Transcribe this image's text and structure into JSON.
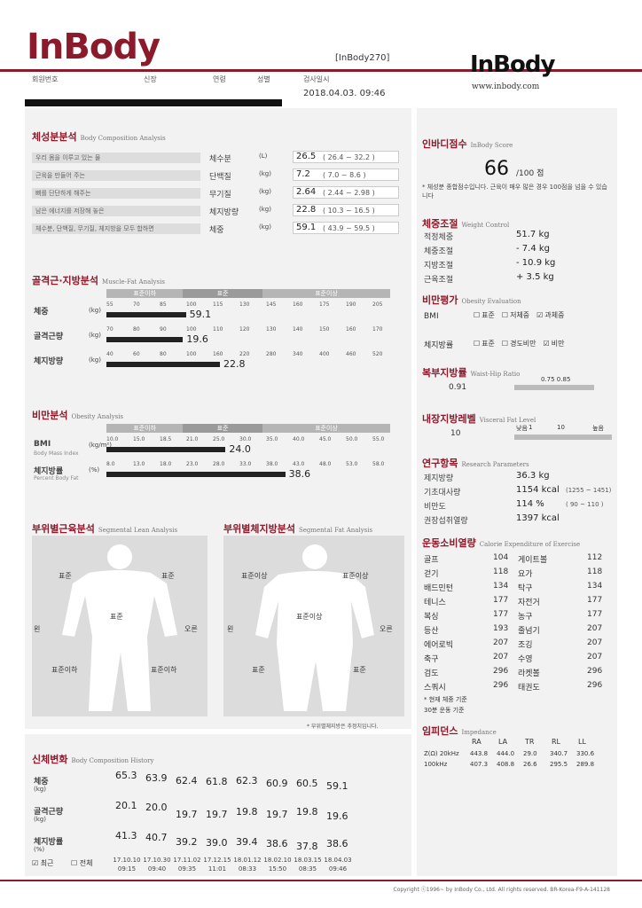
{
  "header": {
    "logo_left": "InBody",
    "model": "[InBody270]",
    "logo_right": "InBody",
    "website": "www.inbody.com",
    "fields": {
      "id_label": "회원번호",
      "height_label": "신장",
      "age_label": "연령",
      "gender_label": "성별",
      "test_label": "검사일시",
      "test_datetime": "2018.04.03. 09:46"
    }
  },
  "body_comp": {
    "title": "체성분분석",
    "subtitle": "Body Composition Analysis",
    "rows": [
      {
        "desc": "우리 몸을 이루고 있는 물",
        "label": "체수분",
        "unit": "(L)",
        "value": "26.5",
        "range": "( 26.4 ~ 32.2 )"
      },
      {
        "desc": "근육을 만들어 주는",
        "label": "단백질",
        "unit": "(kg)",
        "value": "7.2",
        "range": "( 7.0 ~ 8.6 )"
      },
      {
        "desc": "뼈를 단단하게 해주는",
        "label": "무기질",
        "unit": "(kg)",
        "value": "2.64",
        "range": "( 2.44 ~ 2.98 )"
      },
      {
        "desc": "남은 에너지를 저장해 놓은",
        "label": "체지방량",
        "unit": "(kg)",
        "value": "22.8",
        "range": "( 10.3 ~ 16.5 )"
      },
      {
        "desc": "체수분, 단백질, 무기질, 체지방을 모두 합하면",
        "label": "체중",
        "unit": "(kg)",
        "value": "59.1",
        "range": "( 43.9 ~ 59.5 )"
      }
    ]
  },
  "muscle_fat": {
    "title": "골격근·지방분석",
    "subtitle": "Muscle-Fat Analysis",
    "heads": [
      "표준이하",
      "표준",
      "표준이상"
    ],
    "rows": [
      {
        "label": "체중",
        "unit": "(kg)",
        "ticks": [
          "55",
          "70",
          "85",
          "100",
          "115",
          "130",
          "145",
          "160",
          "175",
          "190",
          "205"
        ],
        "value": "59.1",
        "pct": 0.28
      },
      {
        "label": "골격근량",
        "unit": "(kg)",
        "ticks": [
          "70",
          "80",
          "90",
          "100",
          "110",
          "120",
          "130",
          "140",
          "150",
          "160",
          "170"
        ],
        "value": "19.6",
        "pct": 0.27
      },
      {
        "label": "체지방량",
        "unit": "(kg)",
        "ticks": [
          "40",
          "60",
          "80",
          "100",
          "160",
          "220",
          "280",
          "340",
          "400",
          "460",
          "520"
        ],
        "value": "22.8",
        "pct": 0.4
      }
    ]
  },
  "obesity": {
    "title": "비만분석",
    "subtitle": "Obesity Analysis",
    "heads": [
      "표준이하",
      "표준",
      "표준이상"
    ],
    "rows": [
      {
        "label": "BMI",
        "sub": "Body Mass Index",
        "unit": "(kg/m²)",
        "ticks": [
          "10.0",
          "15.0",
          "18.5",
          "21.0",
          "25.0",
          "30.0",
          "35.0",
          "40.0",
          "45.0",
          "50.0",
          "55.0"
        ],
        "value": "24.0",
        "pct": 0.42
      },
      {
        "label": "체지방률",
        "sub": "Percent Body Fat",
        "unit": "(%)",
        "ticks": [
          "8.0",
          "13.0",
          "18.0",
          "23.0",
          "28.0",
          "33.0",
          "38.0",
          "43.0",
          "48.0",
          "53.0",
          "58.0"
        ],
        "value": "38.6",
        "pct": 0.63
      }
    ]
  },
  "segmental": {
    "lean_title": "부위별근육분석",
    "lean_subtitle": "Segmental Lean Analysis",
    "fat_title": "부위별체지방분석",
    "fat_subtitle": "Segmental Fat Analysis",
    "left_word": "왼",
    "right_word": "오른",
    "lean": {
      "left_arm": "표준",
      "right_arm": "표준",
      "trunk": "표준",
      "left_leg": "표준이하",
      "right_leg": "표준이하"
    },
    "fat": {
      "left_arm": "표준이상",
      "right_arm": "표준이상",
      "trunk": "표준이상",
      "left_leg": "표준",
      "right_leg": "표준"
    },
    "note": "* 부위별체지방은 추정치입니다."
  },
  "history": {
    "title": "신체변화",
    "subtitle": "Body Composition History",
    "rows": [
      {
        "label": "체중",
        "unit": "(kg)",
        "values": [
          "65.3",
          "63.9",
          "62.4",
          "61.8",
          "62.3",
          "60.9",
          "60.5",
          "59.1"
        ]
      },
      {
        "label": "골격근량",
        "unit": "(kg)",
        "values": [
          "20.1",
          "20.0",
          "19.7",
          "19.7",
          "19.8",
          "19.7",
          "19.8",
          "19.6"
        ]
      },
      {
        "label": "체지방률",
        "unit": "(%)",
        "values": [
          "41.3",
          "40.7",
          "39.2",
          "39.0",
          "39.4",
          "38.6",
          "37.8",
          "38.6"
        ]
      }
    ],
    "recent_label": "최근",
    "all_label": "전체",
    "dates": [
      "17.10.10",
      "17.10.30",
      "17.11.02",
      "17.12.15",
      "18.01.12",
      "18.02.10",
      "18.03.15",
      "18.04.03"
    ],
    "times": [
      "09:15",
      "09:40",
      "09:35",
      "11:01",
      "08:33",
      "15:50",
      "08:35",
      "09:46"
    ]
  },
  "score": {
    "title": "인바디점수",
    "subtitle": "InBody Score",
    "value": "66",
    "max": "/100 점",
    "note": "* 체성분 종합점수입니다. 근육이 매우 많은 경우 100점을 넘을 수 있습니다"
  },
  "weight_control": {
    "title": "체중조절",
    "subtitle": "Weight Control",
    "rows": [
      {
        "label": "적정체중",
        "value": "51.7 kg"
      },
      {
        "label": "체중조절",
        "value": "- 7.4 kg"
      },
      {
        "label": "지방조절",
        "value": "- 10.9 kg"
      },
      {
        "label": "근육조절",
        "value": "+ 3.5 kg"
      }
    ]
  },
  "obesity_eval": {
    "title": "비만평가",
    "subtitle": "Obesity Evaluation",
    "bmi_label": "BMI",
    "bmi_options": [
      "표준",
      "저체중",
      "과체중"
    ],
    "pbf_label": "체지방률",
    "pbf_options": [
      "표준",
      "경도비만",
      "비만"
    ]
  },
  "whr": {
    "title": "복부지방률",
    "subtitle": "Waist-Hip Ratio",
    "value": "0.91",
    "range": "0.75  0.85"
  },
  "visceral": {
    "title": "내장지방레벨",
    "subtitle": "Visceral Fat Level",
    "value": "10",
    "low": "낮음",
    "high": "높음",
    "ticks": [
      "1",
      "10"
    ]
  },
  "research": {
    "title": "연구항목",
    "subtitle": "Research Parameters",
    "rows": [
      {
        "label": "제지방량",
        "value": "36.3 kg",
        "range": ""
      },
      {
        "label": "기초대사량",
        "value": "1154 kcal",
        "range": "(1255 ~ 1451)"
      },
      {
        "label": "비만도",
        "value": "114 %",
        "range": "( 90 ~ 110 )"
      },
      {
        "label": "권장섭취열량",
        "value": "1397 kcal",
        "range": ""
      }
    ]
  },
  "calorie": {
    "title": "운동소비열량",
    "subtitle": "Calorie Expenditure of Exercise",
    "rows": [
      [
        "골프",
        "104",
        "게이트볼",
        "112"
      ],
      [
        "걷기",
        "118",
        "요가",
        "118"
      ],
      [
        "배드민턴",
        "134",
        "탁구",
        "134"
      ],
      [
        "테니스",
        "177",
        "자전거",
        "177"
      ],
      [
        "복싱",
        "177",
        "농구",
        "177"
      ],
      [
        "등산",
        "193",
        "줄넘기",
        "207"
      ],
      [
        "에어로빅",
        "207",
        "조깅",
        "207"
      ],
      [
        "축구",
        "207",
        "수영",
        "207"
      ],
      [
        "검도",
        "296",
        "라켓볼",
        "296"
      ],
      [
        "스쿼시",
        "296",
        "태권도",
        "296"
      ]
    ],
    "note1": "* 현재 체중 기준",
    "note2": "30분 운동 기준"
  },
  "impedance": {
    "title": "임피던스",
    "subtitle": "Impedance",
    "heads": [
      "RA",
      "LA",
      "TR",
      "RL",
      "LL"
    ],
    "row_label": "Z(Ω) 20kHz",
    "row_label2": "100kHz",
    "row1": [
      "443.8",
      "444.0",
      "29.0",
      "340.7",
      "330.6"
    ],
    "row2": [
      "407.3",
      "408.8",
      "26.6",
      "295.5",
      "289.8"
    ]
  },
  "footer": "Copyright ⓒ1996~ by InBody Co., Ltd. All rights reserved. BR-Korea-F9-A-141128"
}
